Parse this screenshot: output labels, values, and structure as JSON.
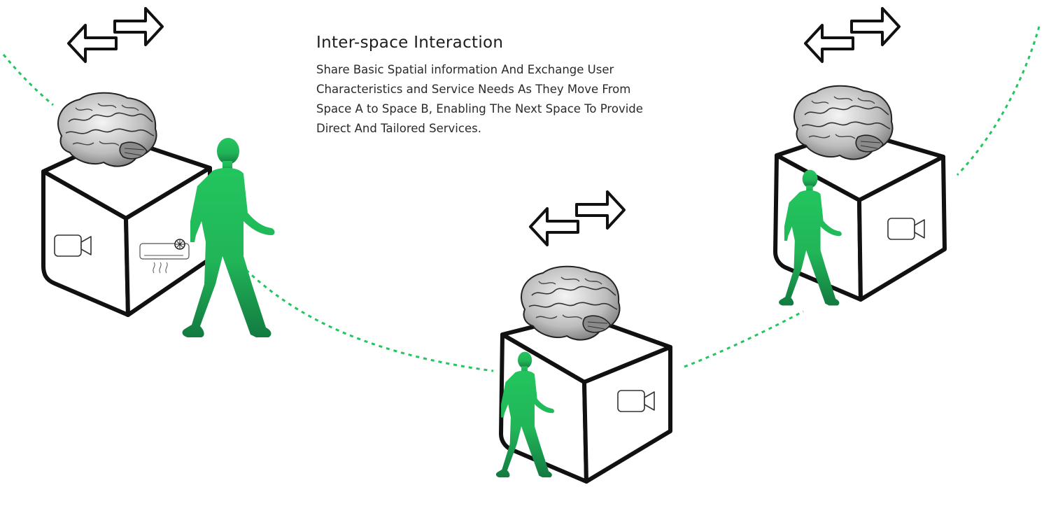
{
  "heading": "Inter-space Interaction",
  "description_lines": [
    "Share Basic Spatial  information And Exchange User",
    "Characteristics  and Service Needs As They Move From",
    "Space A  to Space B, Enabling The Next Space To Provide",
    "Direct And Tailored Services."
  ],
  "colors": {
    "accent_green": "#22c55e",
    "person_gradient_top": "#22c55e",
    "person_gradient_bottom": "#137a40",
    "outline": "#111111"
  },
  "icons": [
    "exchange-arrows-icon",
    "brain-icon",
    "video-camera-icon",
    "air-conditioner-icon",
    "walking-person-icon"
  ]
}
